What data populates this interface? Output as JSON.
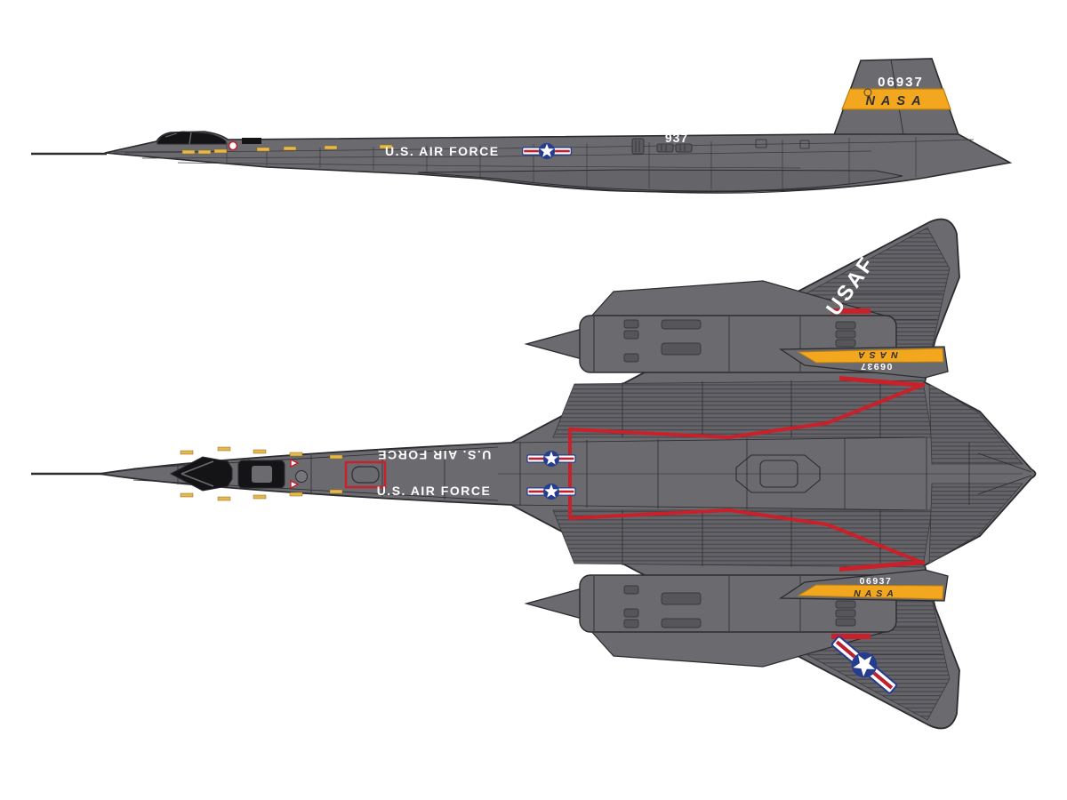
{
  "side_view": {
    "tail_number": "06937",
    "nasa": "NASA",
    "air_force": "U.S. AIR FORCE",
    "nose_number": "937"
  },
  "top_view": {
    "air_force": "U.S. AIR FORCE",
    "air_force_mirrored": "U.S. AIR FORCE",
    "usaf": "USAF",
    "upper_fin_nasa": "NASA",
    "upper_fin_number": "06937",
    "lower_fin_nasa": "NASA",
    "lower_fin_number": "06937"
  },
  "colors": {
    "airframe_gray": "#6a6a6f",
    "airframe_dark": "#5e5e63",
    "panel_line": "#2c2c30",
    "corrugation_light": "#646468",
    "corrugation_dark": "#46464c",
    "canopy_black": "#141417",
    "nasa_band_yellow": "#f2a71e",
    "nasa_band_edge": "#b97f10",
    "marking_red": "#c9202a",
    "insignia_blue": "#263d8f",
    "insignia_red": "#bf1f2e",
    "marking_white": "#ffffff",
    "caution_yellow": "#e8b84b"
  }
}
